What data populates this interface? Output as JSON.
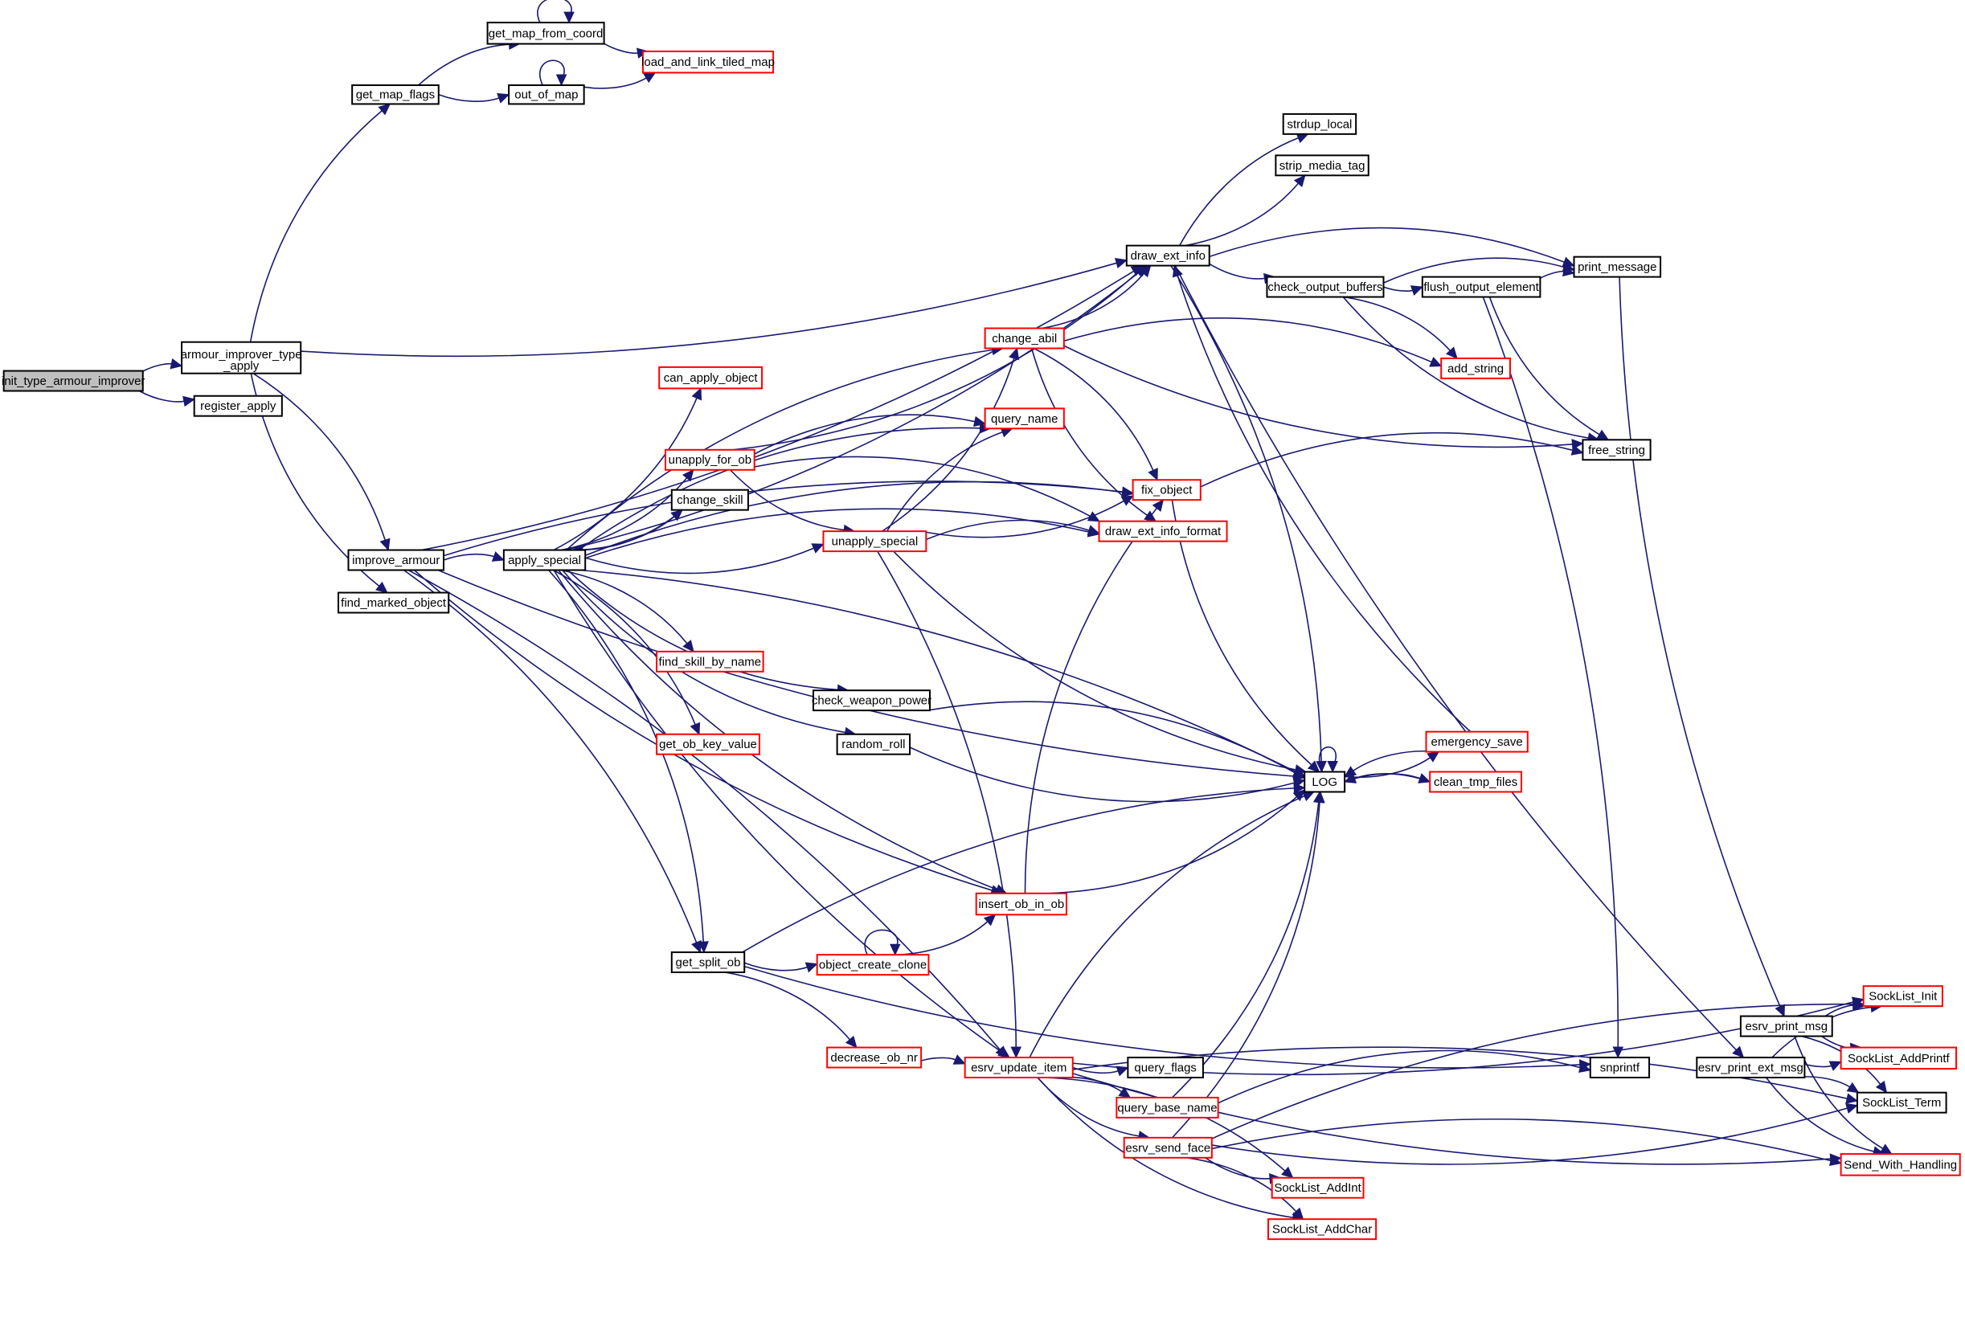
{
  "diagram": {
    "type": "call-graph",
    "colors": {
      "edge": "#191970",
      "root_fill": "#bfbfbf",
      "node_fill": "#ffffff",
      "normal_border": "#000000",
      "truncated_border": "#ff0000"
    },
    "nodes": [
      {
        "id": "init_type_armour_improver",
        "label": "init_type_armour_improver",
        "kind": "root"
      },
      {
        "id": "armour_improver_type_apply",
        "label": "armour_improver_type",
        "label2": "_apply",
        "kind": "normal"
      },
      {
        "id": "register_apply",
        "label": "register_apply",
        "kind": "normal"
      },
      {
        "id": "get_map_flags",
        "label": "get_map_flags",
        "kind": "normal"
      },
      {
        "id": "get_map_from_coord",
        "label": "get_map_from_coord",
        "kind": "normal"
      },
      {
        "id": "out_of_map",
        "label": "out_of_map",
        "kind": "normal"
      },
      {
        "id": "load_and_link_tiled_map",
        "label": "load_and_link_tiled_map",
        "kind": "truncated"
      },
      {
        "id": "improve_armour",
        "label": "improve_armour",
        "kind": "normal"
      },
      {
        "id": "find_marked_object",
        "label": "find_marked_object",
        "kind": "normal"
      },
      {
        "id": "apply_special",
        "label": "apply_special",
        "kind": "normal"
      },
      {
        "id": "draw_ext_info",
        "label": "draw_ext_info",
        "kind": "normal"
      },
      {
        "id": "strdup_local",
        "label": "strdup_local",
        "kind": "normal"
      },
      {
        "id": "strip_media_tag",
        "label": "strip_media_tag",
        "kind": "normal"
      },
      {
        "id": "print_message",
        "label": "print_message",
        "kind": "normal"
      },
      {
        "id": "check_output_buffers",
        "label": "check_output_buffers",
        "kind": "normal"
      },
      {
        "id": "flush_output_element",
        "label": "flush_output_element",
        "kind": "normal"
      },
      {
        "id": "change_abil",
        "label": "change_abil",
        "kind": "truncated"
      },
      {
        "id": "add_string",
        "label": "add_string",
        "kind": "truncated"
      },
      {
        "id": "can_apply_object",
        "label": "can_apply_object",
        "kind": "truncated"
      },
      {
        "id": "query_name",
        "label": "query_name",
        "kind": "truncated"
      },
      {
        "id": "unapply_for_ob",
        "label": "unapply_for_ob",
        "kind": "truncated"
      },
      {
        "id": "free_string",
        "label": "free_string",
        "kind": "normal"
      },
      {
        "id": "fix_object",
        "label": "fix_object",
        "kind": "truncated"
      },
      {
        "id": "change_skill",
        "label": "change_skill",
        "kind": "normal"
      },
      {
        "id": "draw_ext_info_format",
        "label": "draw_ext_info_format",
        "kind": "truncated"
      },
      {
        "id": "unapply_special",
        "label": "unapply_special",
        "kind": "truncated"
      },
      {
        "id": "find_skill_by_name",
        "label": "find_skill_by_name",
        "kind": "truncated"
      },
      {
        "id": "check_weapon_power",
        "label": "check_weapon_power",
        "kind": "normal"
      },
      {
        "id": "get_ob_key_value",
        "label": "get_ob_key_value",
        "kind": "truncated"
      },
      {
        "id": "random_roll",
        "label": "random_roll",
        "kind": "normal"
      },
      {
        "id": "emergency_save",
        "label": "emergency_save",
        "kind": "truncated"
      },
      {
        "id": "LOG",
        "label": "LOG",
        "kind": "normal"
      },
      {
        "id": "clean_tmp_files",
        "label": "clean_tmp_files",
        "kind": "truncated"
      },
      {
        "id": "insert_ob_in_ob",
        "label": "insert_ob_in_ob",
        "kind": "truncated"
      },
      {
        "id": "get_split_ob",
        "label": "get_split_ob",
        "kind": "normal"
      },
      {
        "id": "object_create_clone",
        "label": "object_create_clone",
        "kind": "truncated"
      },
      {
        "id": "SockList_Init",
        "label": "SockList_Init",
        "kind": "truncated"
      },
      {
        "id": "esrv_print_msg",
        "label": "esrv_print_msg",
        "kind": "normal"
      },
      {
        "id": "SockList_AddPrintf",
        "label": "SockList_AddPrintf",
        "kind": "truncated"
      },
      {
        "id": "decrease_ob_nr",
        "label": "decrease_ob_nr",
        "kind": "truncated"
      },
      {
        "id": "esrv_update_item",
        "label": "esrv_update_item",
        "kind": "truncated"
      },
      {
        "id": "query_flags",
        "label": "query_flags",
        "kind": "normal"
      },
      {
        "id": "snprintf",
        "label": "snprintf",
        "kind": "normal"
      },
      {
        "id": "esrv_print_ext_msg",
        "label": "esrv_print_ext_msg",
        "kind": "normal"
      },
      {
        "id": "SockList_Term",
        "label": "SockList_Term",
        "kind": "normal"
      },
      {
        "id": "query_base_name",
        "label": "query_base_name",
        "kind": "truncated"
      },
      {
        "id": "esrv_send_face",
        "label": "esrv_send_face",
        "kind": "truncated"
      },
      {
        "id": "Send_With_Handling",
        "label": "Send_With_Handling",
        "kind": "truncated"
      },
      {
        "id": "SockList_AddInt",
        "label": "SockList_AddInt",
        "kind": "truncated"
      },
      {
        "id": "SockList_AddChar",
        "label": "SockList_AddChar",
        "kind": "truncated"
      }
    ],
    "edges": [
      [
        "init_type_armour_improver",
        "armour_improver_type_apply"
      ],
      [
        "init_type_armour_improver",
        "register_apply"
      ],
      [
        "armour_improver_type_apply",
        "get_map_flags"
      ],
      [
        "armour_improver_type_apply",
        "draw_ext_info"
      ],
      [
        "armour_improver_type_apply",
        "improve_armour"
      ],
      [
        "armour_improver_type_apply",
        "find_marked_object"
      ],
      [
        "get_map_flags",
        "get_map_from_coord"
      ],
      [
        "get_map_flags",
        "out_of_map"
      ],
      [
        "get_map_from_coord",
        "get_map_from_coord"
      ],
      [
        "get_map_from_coord",
        "load_and_link_tiled_map"
      ],
      [
        "out_of_map",
        "out_of_map"
      ],
      [
        "out_of_map",
        "load_and_link_tiled_map"
      ],
      [
        "improve_armour",
        "apply_special"
      ],
      [
        "improve_armour",
        "draw_ext_info"
      ],
      [
        "improve_armour",
        "fix_object"
      ],
      [
        "improve_armour",
        "LOG"
      ],
      [
        "improve_armour",
        "get_split_ob"
      ],
      [
        "improve_armour",
        "insert_ob_in_ob"
      ],
      [
        "improve_armour",
        "esrv_update_item"
      ],
      [
        "apply_special",
        "draw_ext_info"
      ],
      [
        "apply_special",
        "change_abil"
      ],
      [
        "apply_special",
        "can_apply_object"
      ],
      [
        "apply_special",
        "query_name"
      ],
      [
        "apply_special",
        "unapply_for_ob"
      ],
      [
        "apply_special",
        "fix_object"
      ],
      [
        "apply_special",
        "change_skill"
      ],
      [
        "apply_special",
        "draw_ext_info_format"
      ],
      [
        "apply_special",
        "unapply_special"
      ],
      [
        "apply_special",
        "find_skill_by_name"
      ],
      [
        "apply_special",
        "check_weapon_power"
      ],
      [
        "apply_special",
        "get_ob_key_value"
      ],
      [
        "apply_special",
        "random_roll"
      ],
      [
        "apply_special",
        "LOG"
      ],
      [
        "apply_special",
        "insert_ob_in_ob"
      ],
      [
        "apply_special",
        "get_split_ob"
      ],
      [
        "apply_special",
        "esrv_update_item"
      ],
      [
        "change_skill",
        "apply_special"
      ],
      [
        "unapply_for_ob",
        "draw_ext_info"
      ],
      [
        "unapply_for_ob",
        "query_name"
      ],
      [
        "unapply_for_ob",
        "unapply_special"
      ],
      [
        "unapply_for_ob",
        "draw_ext_info_format"
      ],
      [
        "unapply_special",
        "change_abil"
      ],
      [
        "unapply_special",
        "query_name"
      ],
      [
        "unapply_special",
        "fix_object"
      ],
      [
        "unapply_special",
        "draw_ext_info_format"
      ],
      [
        "unapply_special",
        "LOG"
      ],
      [
        "unapply_special",
        "esrv_update_item"
      ],
      [
        "change_abil",
        "draw_ext_info"
      ],
      [
        "change_abil",
        "add_string"
      ],
      [
        "change_abil",
        "free_string"
      ],
      [
        "change_abil",
        "fix_object"
      ],
      [
        "change_abil",
        "draw_ext_info_format"
      ],
      [
        "draw_ext_info",
        "strdup_local"
      ],
      [
        "draw_ext_info",
        "strip_media_tag"
      ],
      [
        "draw_ext_info",
        "print_message"
      ],
      [
        "draw_ext_info",
        "check_output_buffers"
      ],
      [
        "draw_ext_info",
        "LOG"
      ],
      [
        "draw_ext_info",
        "esrv_print_ext_msg"
      ],
      [
        "check_output_buffers",
        "print_message"
      ],
      [
        "check_output_buffers",
        "flush_output_element"
      ],
      [
        "check_output_buffers",
        "add_string"
      ],
      [
        "check_output_buffers",
        "free_string"
      ],
      [
        "flush_output_element",
        "print_message"
      ],
      [
        "flush_output_element",
        "free_string"
      ],
      [
        "flush_output_element",
        "snprintf"
      ],
      [
        "print_message",
        "esrv_print_msg"
      ],
      [
        "fix_object",
        "free_string"
      ],
      [
        "fix_object",
        "LOG"
      ],
      [
        "check_weapon_power",
        "LOG"
      ],
      [
        "random_roll",
        "LOG"
      ],
      [
        "LOG",
        "LOG"
      ],
      [
        "LOG",
        "emergency_save"
      ],
      [
        "LOG",
        "clean_tmp_files"
      ],
      [
        "emergency_save",
        "LOG"
      ],
      [
        "emergency_save",
        "draw_ext_info"
      ],
      [
        "clean_tmp_files",
        "LOG"
      ],
      [
        "insert_ob_in_ob",
        "fix_object"
      ],
      [
        "insert_ob_in_ob",
        "LOG"
      ],
      [
        "get_split_ob",
        "LOG"
      ],
      [
        "get_split_ob",
        "object_create_clone"
      ],
      [
        "get_split_ob",
        "decrease_ob_nr"
      ],
      [
        "get_split_ob",
        "snprintf"
      ],
      [
        "object_create_clone",
        "object_create_clone"
      ],
      [
        "object_create_clone",
        "insert_ob_in_ob"
      ],
      [
        "decrease_ob_nr",
        "esrv_update_item"
      ],
      [
        "esrv_update_item",
        "query_flags"
      ],
      [
        "esrv_update_item",
        "query_base_name"
      ],
      [
        "esrv_update_item",
        "esrv_send_face"
      ],
      [
        "esrv_update_item",
        "SockList_AddInt"
      ],
      [
        "esrv_update_item",
        "SockList_AddChar"
      ],
      [
        "esrv_update_item",
        "LOG"
      ],
      [
        "esrv_update_item",
        "SockList_Init"
      ],
      [
        "esrv_update_item",
        "SockList_Term"
      ],
      [
        "esrv_update_item",
        "Send_With_Handling"
      ],
      [
        "query_base_name",
        "snprintf"
      ],
      [
        "query_base_name",
        "LOG"
      ],
      [
        "esrv_send_face",
        "SockList_Init"
      ],
      [
        "esrv_send_face",
        "SockList_AddInt"
      ],
      [
        "esrv_send_face",
        "SockList_AddChar"
      ],
      [
        "esrv_send_face",
        "SockList_Term"
      ],
      [
        "esrv_send_face",
        "Send_With_Handling"
      ],
      [
        "esrv_send_face",
        "LOG"
      ],
      [
        "esrv_print_msg",
        "SockList_Init"
      ],
      [
        "esrv_print_msg",
        "SockList_AddPrintf"
      ],
      [
        "esrv_print_msg",
        "SockList_Term"
      ],
      [
        "esrv_print_msg",
        "Send_With_Handling"
      ],
      [
        "esrv_print_ext_msg",
        "SockList_Init"
      ],
      [
        "esrv_print_ext_msg",
        "SockList_AddPrintf"
      ],
      [
        "esrv_print_ext_msg",
        "SockList_Term"
      ],
      [
        "esrv_print_ext_msg",
        "Send_With_Handling"
      ]
    ]
  }
}
